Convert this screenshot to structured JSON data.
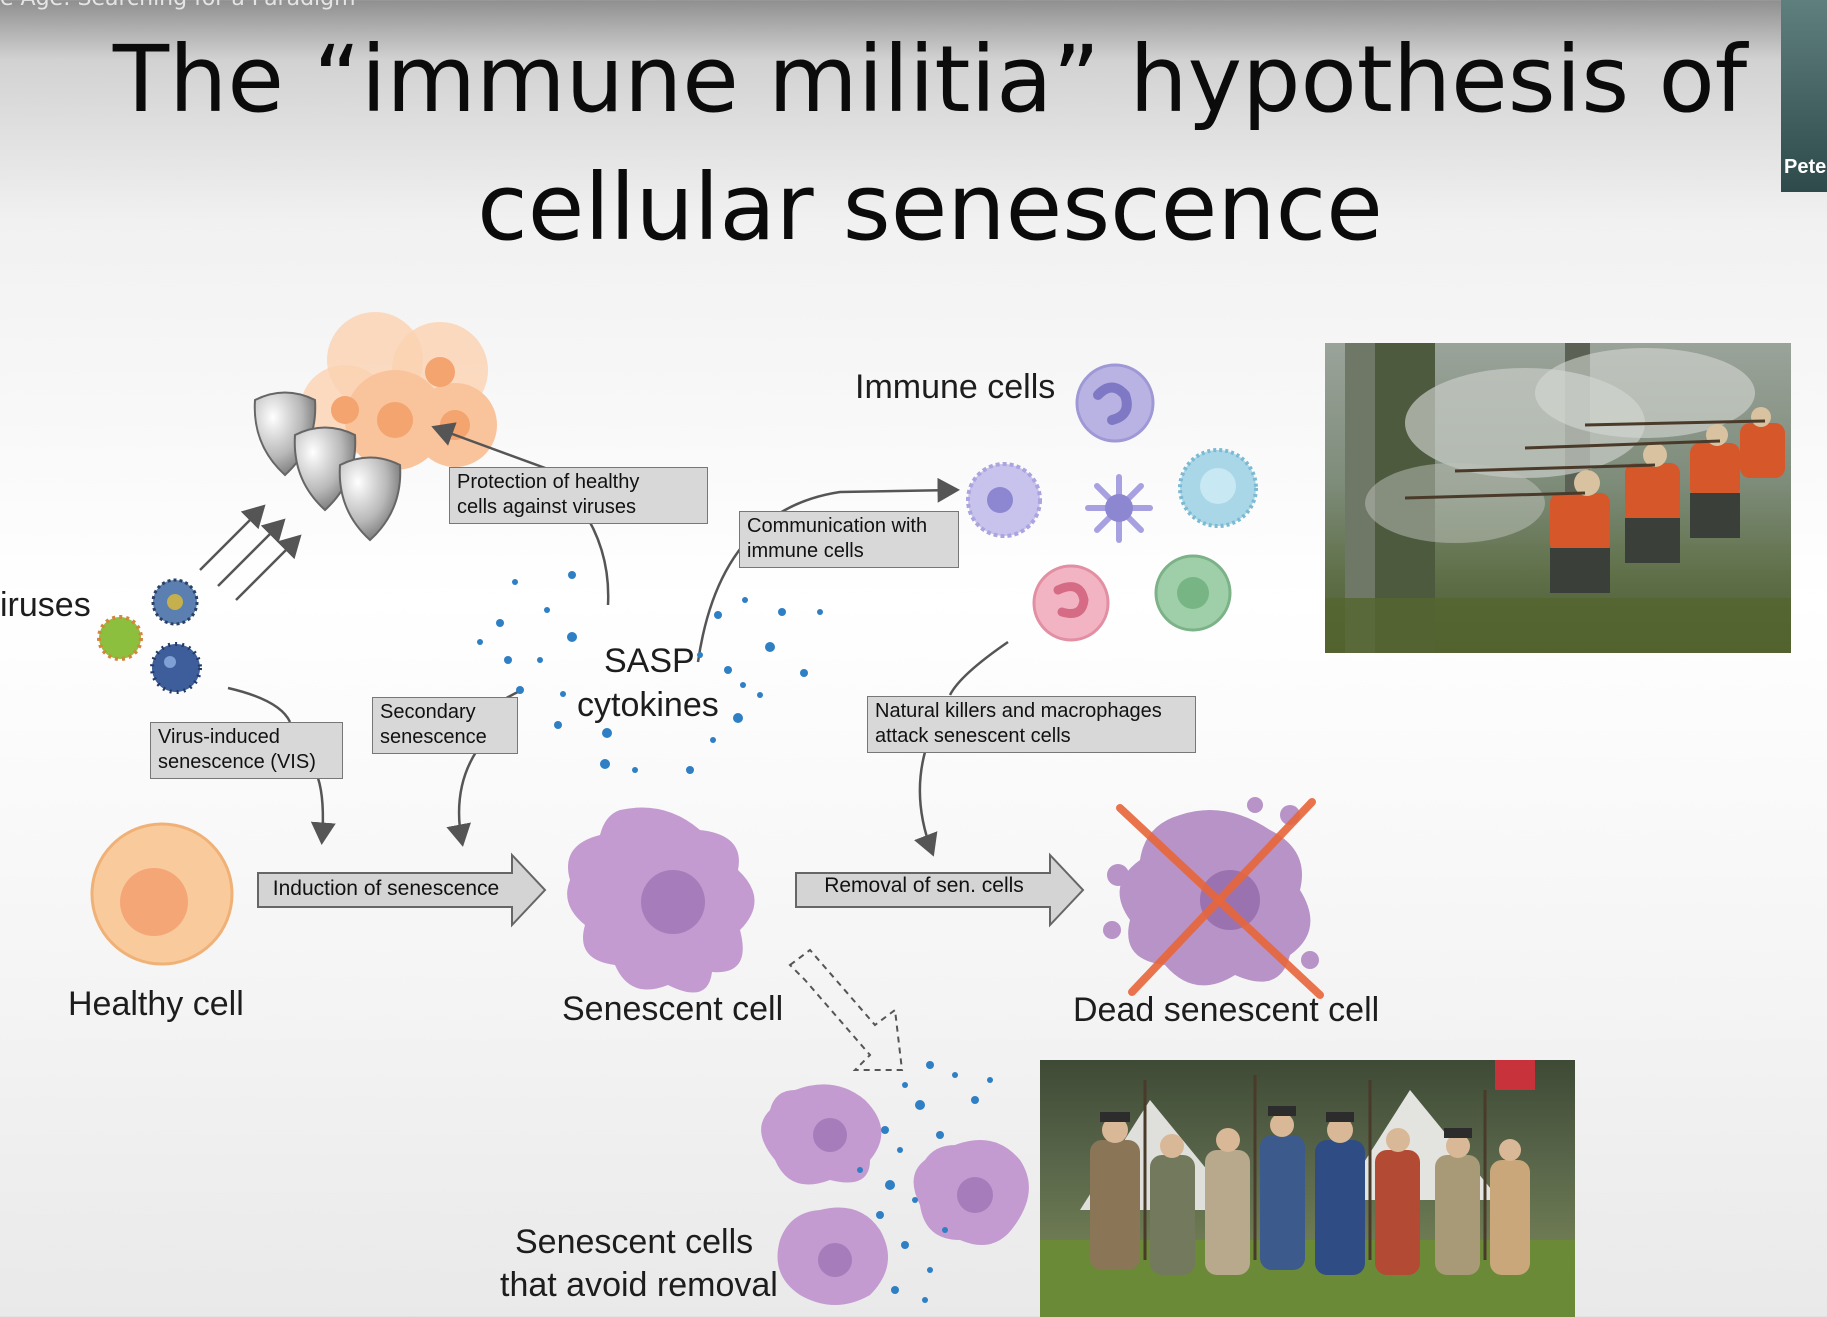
{
  "slide": {
    "top_caption": "e Age: Searching for a Paradigm",
    "title_line1": "The “immune militia” hypothesis of",
    "title_line2": "cellular senescence",
    "webcam_name": "Pete"
  },
  "diagram": {
    "viruses_label": "iruses",
    "immune_cells_label": "Immune cells",
    "sasp_line1": "SASP",
    "sasp_line2": "cytokines",
    "healthy_cell_label": "Healthy cell",
    "senescent_cell_label": "Senescent cell",
    "dead_cell_label": "Dead senescent cell",
    "avoid_line1": "Senescent cells",
    "avoid_line2": "that avoid removal",
    "box_protection": [
      "Protection of healthy",
      "cells against viruses"
    ],
    "box_communication": [
      "Communication with",
      "immune cells"
    ],
    "box_vis": [
      "Virus-induced",
      "senescence (VIS)"
    ],
    "box_secondary": [
      "Secondary",
      "senescence"
    ],
    "box_nk": [
      "Natural killers and macrophages",
      "attack senescent cells"
    ],
    "arrow_induction": "Induction of senescence",
    "arrow_removal": "Removal of sen. cells"
  },
  "colors": {
    "senescent_purple": "#b98fc7",
    "healthy_orange": "#f9c792",
    "cytokine_blue": "#2f7fc4",
    "cross_red": "#e8663a",
    "box_grey": "#d8d8d8"
  }
}
